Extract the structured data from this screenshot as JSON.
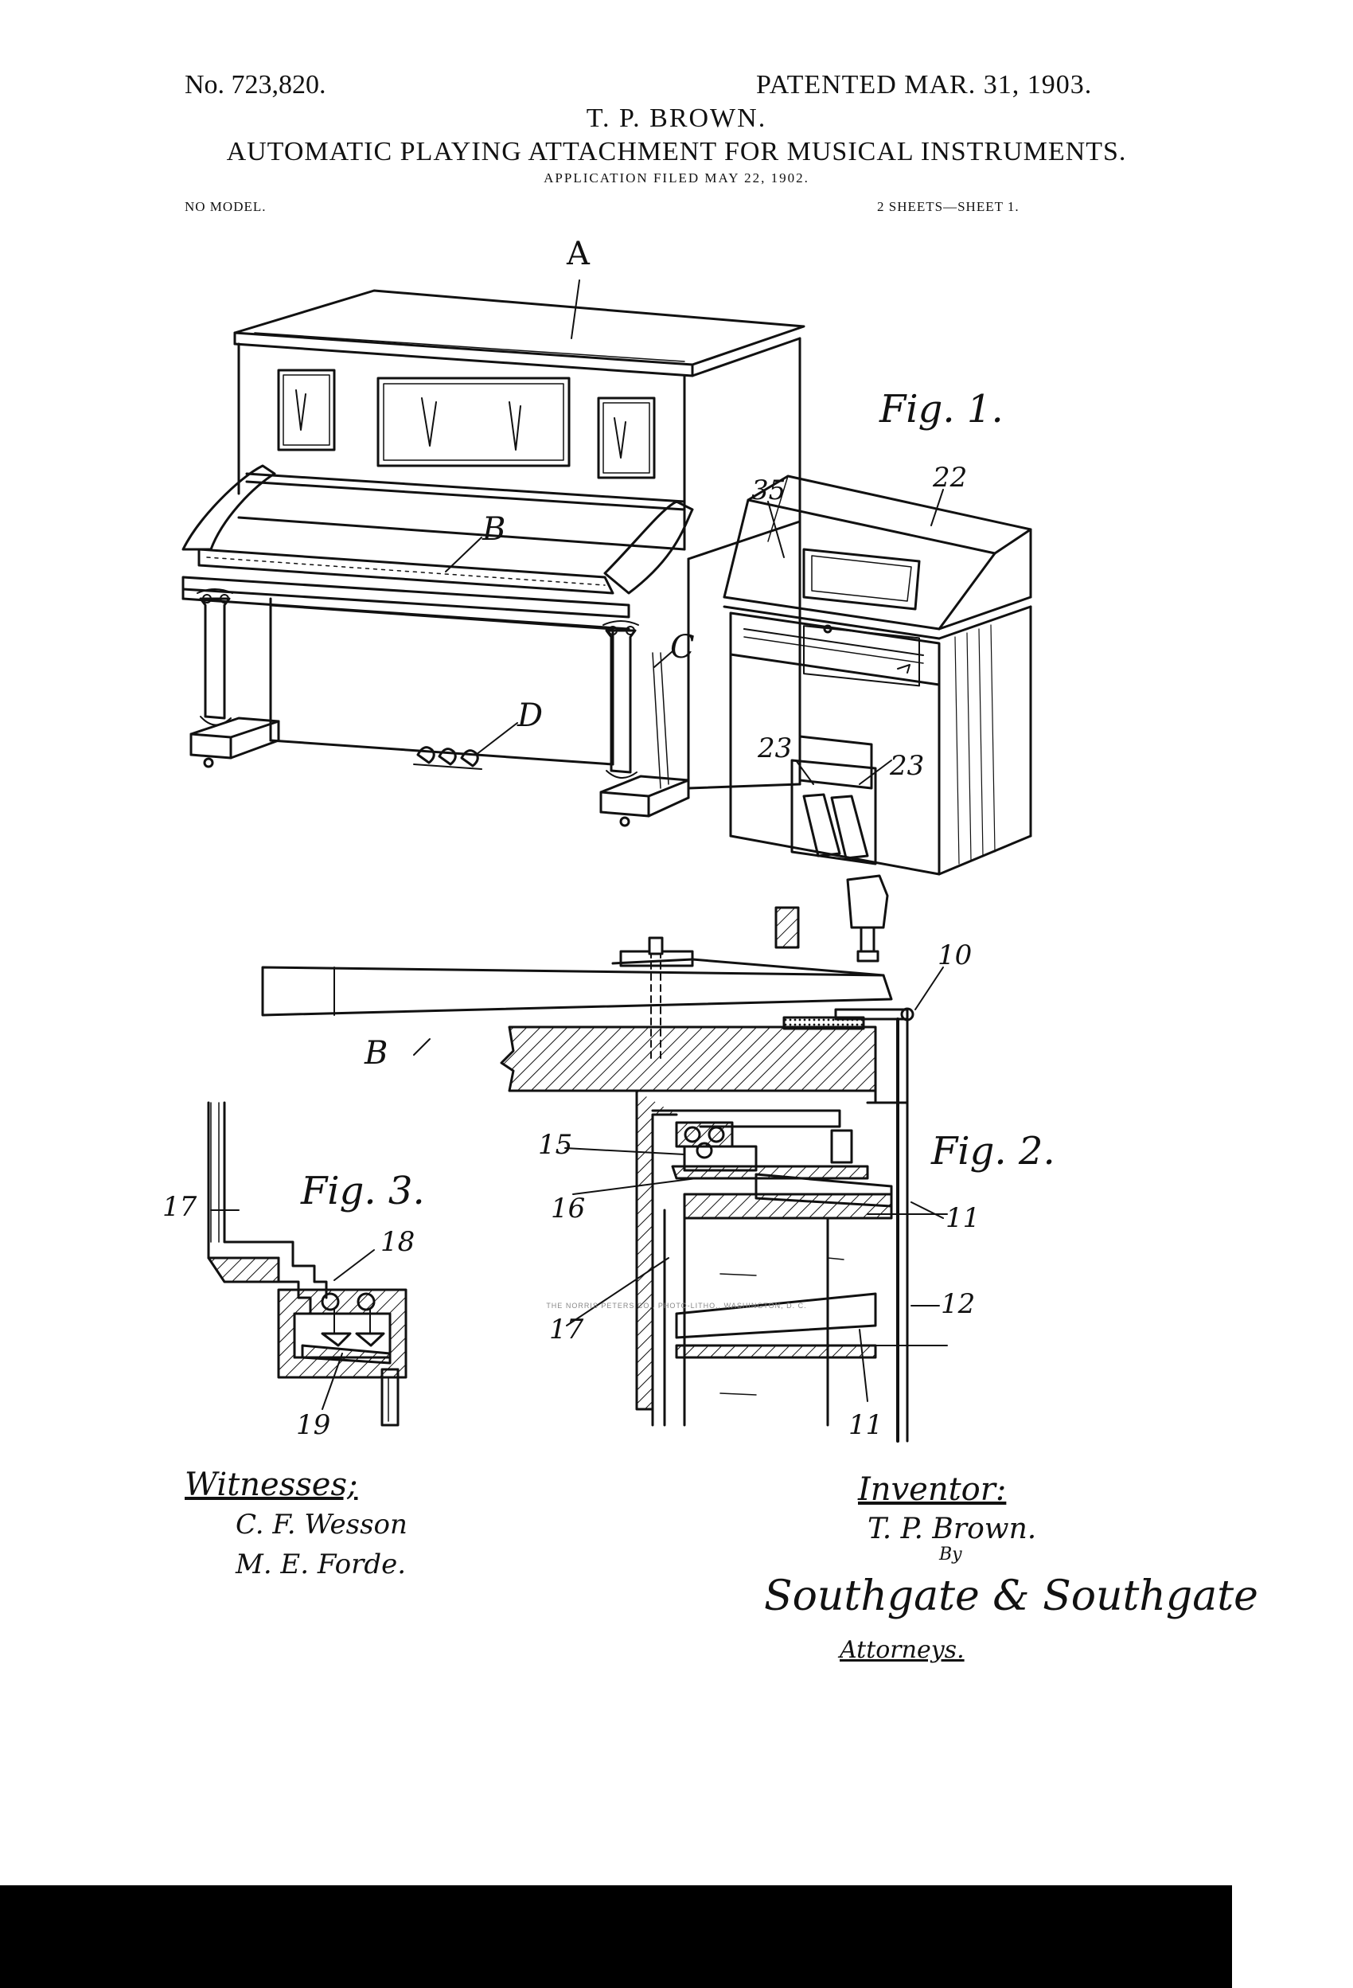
{
  "header": {
    "patent_number": "No. 723,820.",
    "patented_date": "PATENTED MAR. 31, 1903.",
    "inventor": "T. P. BROWN.",
    "title": "AUTOMATIC PLAYING ATTACHMENT FOR MUSICAL INSTRUMENTS.",
    "application_filed": "APPLICATION FILED MAY 22, 1902.",
    "model": "NO MODEL.",
    "sheets": "2 SHEETS—SHEET 1."
  },
  "figures": {
    "fig1": {
      "caption": "Fig. 1.",
      "labels": {
        "a": "A",
        "b": "B",
        "c": "C",
        "d": "D",
        "n35": "35",
        "n22": "22",
        "n23a": "23",
        "n23b": "23"
      }
    },
    "fig2": {
      "caption": "Fig. 2.",
      "labels": {
        "b": "B",
        "n10": "10",
        "n15": "15",
        "n16": "16",
        "n17": "17",
        "n11a": "11",
        "n12": "12",
        "n11b": "11"
      }
    },
    "fig3": {
      "caption": "Fig. 3.",
      "labels": {
        "n17": "17",
        "n18": "18",
        "n19": "19"
      }
    }
  },
  "signatures": {
    "witnesses_label": "Witnesses;",
    "witness_1": "C. F. Wesson",
    "witness_2": "M. E. Forde.",
    "inventor_label": "Inventor:",
    "inventor_name": "T. P. Brown.",
    "by": "By",
    "attorneys_firm": "Southgate & Southgate",
    "attorneys_label": "Attorneys."
  },
  "footer": {
    "printer": "THE NORRIS PETERS CO., PHOTO-LITHO., WASHINGTON, D. C."
  }
}
